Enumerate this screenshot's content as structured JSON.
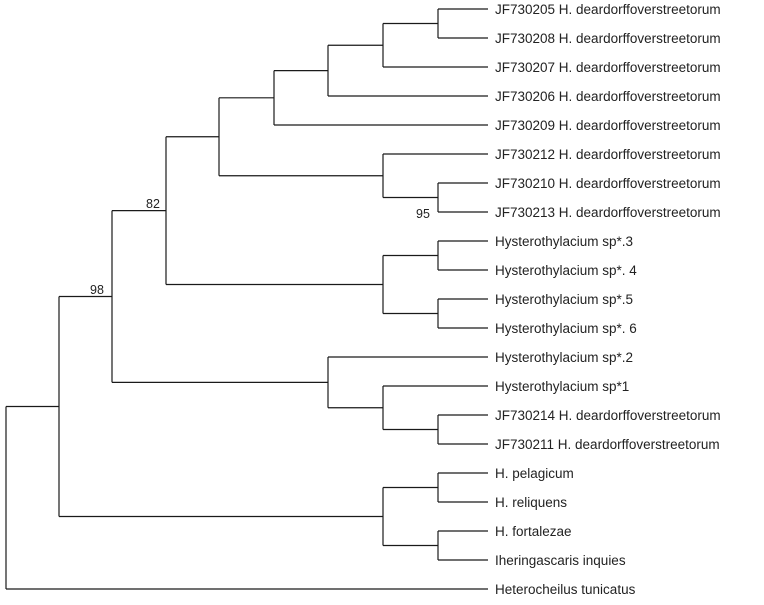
{
  "leaves": [
    "JF730205 H. deardorffoverstreetorum",
    "JF730208 H. deardorffoverstreetorum",
    "JF730207 H. deardorffoverstreetorum",
    "JF730206 H. deardorffoverstreetorum",
    "JF730209 H. deardorffoverstreetorum",
    "JF730212 H. deardorffoverstreetorum",
    "JF730210 H. deardorffoverstreetorum",
    "JF730213 H. deardorffoverstreetorum",
    "Hysterothylacium sp*.3",
    "Hysterothylacium sp*. 4",
    "Hysterothylacium sp*.5",
    "Hysterothylacium sp*. 6",
    "Hysterothylacium sp*.2",
    "Hysterothylacium sp*1",
    "JF730214 H. deardorffoverstreetorum",
    "JF730211 H. deardorffoverstreetorum",
    "H. pelagicum",
    "H. reliquens",
    "H. fortalezae",
    "Iheringascaris inquies",
    "Heterocheilus tunicatus"
  ],
  "support_values": [
    "98",
    "82",
    "95"
  ]
}
